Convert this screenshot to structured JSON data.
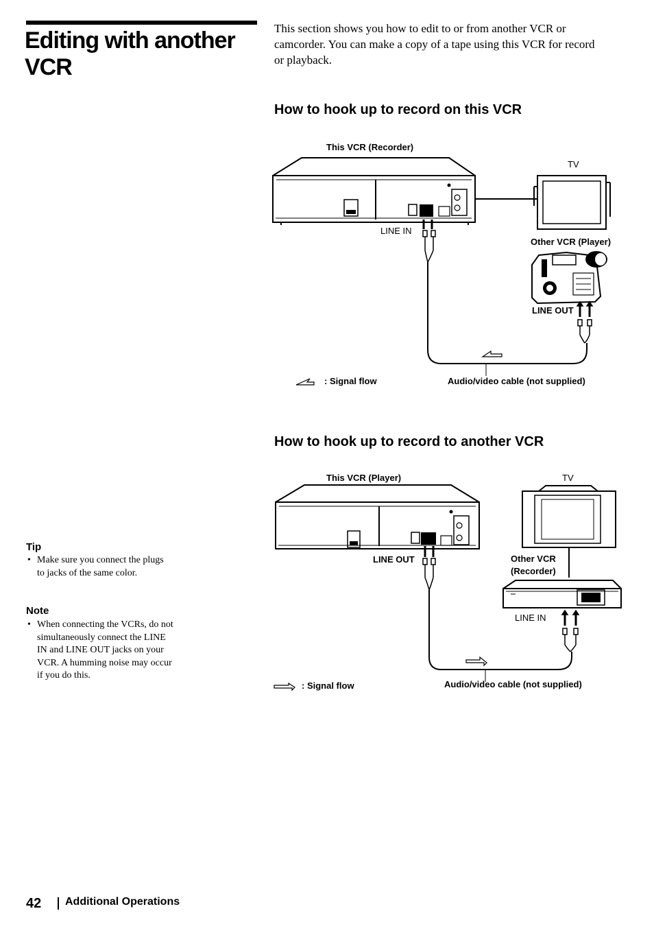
{
  "page": {
    "title": "Editing with another VCR",
    "intro": [
      "This section shows you how to edit to or from another VCR or",
      "camcorder. You can make a copy of a tape using this VCR for record",
      "or playback."
    ]
  },
  "section1": {
    "heading": "How to hook up to record on this VCR",
    "this_vcr_label": "This VCR (Recorder)",
    "tv_label": "TV",
    "line_in_label": "LINE IN",
    "other_vcr_label": "Other VCR (Player)",
    "line_out_label": "LINE OUT",
    "signal_flow_label": ": Signal flow",
    "cable_label": "Audio/video cable (not supplied)"
  },
  "section2": {
    "heading": "How to hook up to record to another VCR",
    "this_vcr_label": "This VCR (Player)",
    "tv_label": "TV",
    "line_out_label": "LINE OUT",
    "other_vcr_label_1": "Other VCR",
    "other_vcr_label_2": "(Recorder)",
    "line_in_label": "LINE IN",
    "signal_flow_label": ": Signal flow",
    "cable_label": "Audio/video cable (not supplied)"
  },
  "tip": {
    "heading": "Tip",
    "items": [
      "Make sure you connect the plugs to jacks of the same color."
    ]
  },
  "note": {
    "heading": "Note",
    "items": [
      "When connecting the VCRs, do not simultaneously connect the LINE IN and LINE OUT jacks on your VCR. A humming noise may occur if you do this."
    ]
  },
  "footer": {
    "page_number": "42",
    "section": "Additional Operations"
  }
}
